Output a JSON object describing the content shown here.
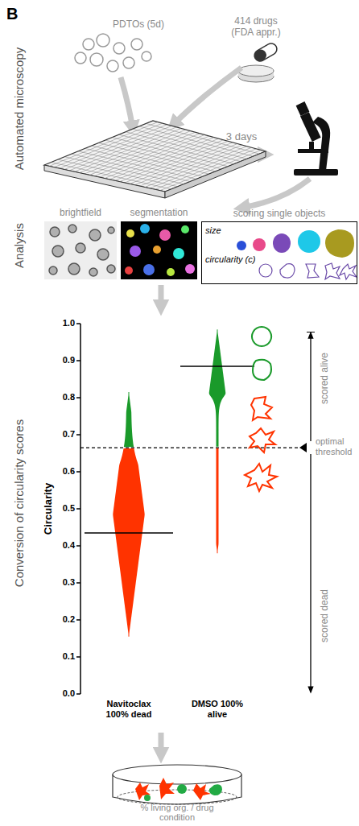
{
  "diagram": {
    "nodes": [
      {
        "text": [
          "brightfield"
        ]
      },
      {
        "text": [
          "segmentation"
        ]
      },
      {
        "text": [
          "scoring single objects",
          "size",
          "circularity (c)"
        ]
      },
      {
        "text": [
          "% living org. / drug condition"
        ]
      }
    ],
    "labels": [
      "B",
      "Automated microscopy",
      "PDTOs (5d)",
      "414 drugs (FDA appr.)",
      "3 days",
      "Analysis",
      "Conversion of circularity scores",
      "Circularity",
      "1.0",
      "0.9",
      "0.8",
      "0.7",
      "0.6",
      "0.5",
      "0.4",
      "0.3",
      "0.2",
      "0.1",
      "0.0",
      "scored alive",
      "optimal threshold",
      "scored dead",
      "Navitoclax 100% dead",
      "DMSO 100% alive"
    ]
  }
}
